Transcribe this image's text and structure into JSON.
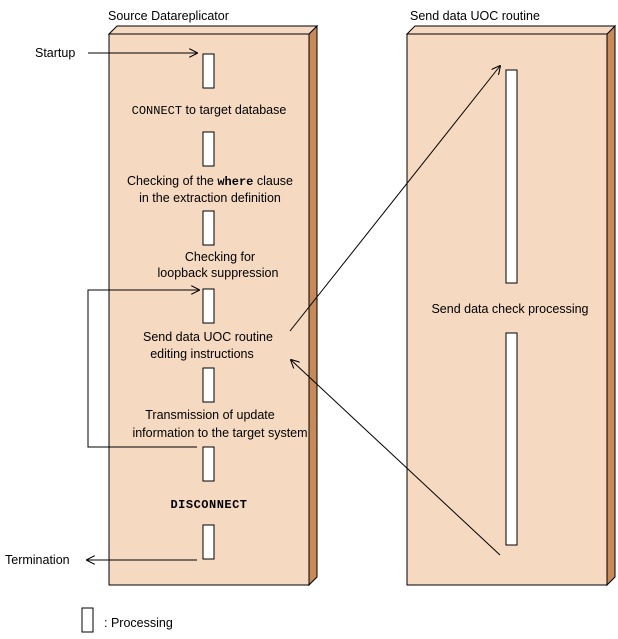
{
  "colors": {
    "panel_fill": "#f5d9c0",
    "panel_side": "#c88a58",
    "line": "#000000",
    "background": "#ffffff"
  },
  "titles": {
    "left": "Source Datareplicator",
    "right": "Send data UOC routine"
  },
  "external": {
    "startup": "Startup",
    "termination": "Termination"
  },
  "steps": {
    "connect_kw": "CONNECT",
    "connect_rest": " to target database",
    "where_pre": "Checking of the ",
    "where_kw": "where",
    "where_post": " clause",
    "where_line2": "in the extraction definition",
    "loop_line1": "Checking for",
    "loop_line2": "loopback suppression",
    "uoc_line1": "Send data UOC routine",
    "uoc_line2": "editing instructions",
    "trans_line1": "Transmission of update",
    "trans_line2": "information to the target system",
    "disconnect": "DISCONNECT"
  },
  "right_text": "Send data check processing",
  "legend": {
    "label": ": Processing"
  }
}
